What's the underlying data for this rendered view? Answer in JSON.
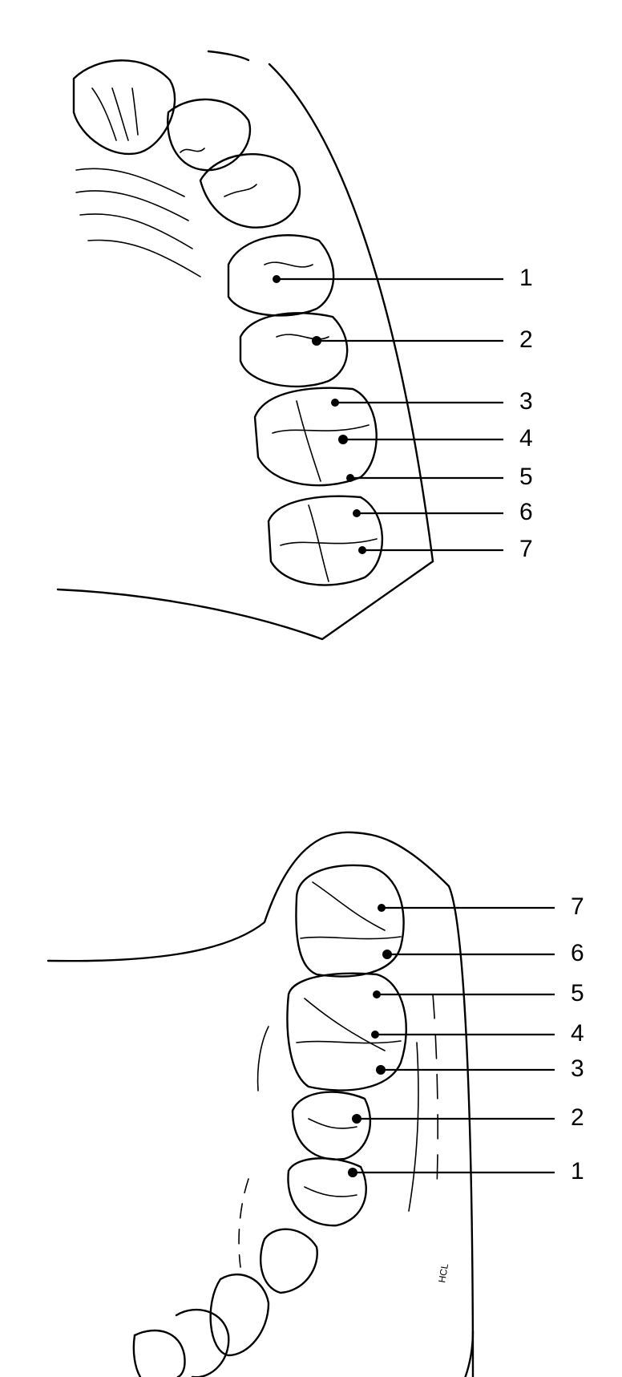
{
  "upper_arch": {
    "labels": [
      "1",
      "2",
      "3",
      "4",
      "5",
      "6",
      "7"
    ]
  },
  "lower_arch": {
    "labels": [
      "7",
      "6",
      "5",
      "4",
      "3",
      "2",
      "1"
    ]
  },
  "signature_text": "HCL"
}
